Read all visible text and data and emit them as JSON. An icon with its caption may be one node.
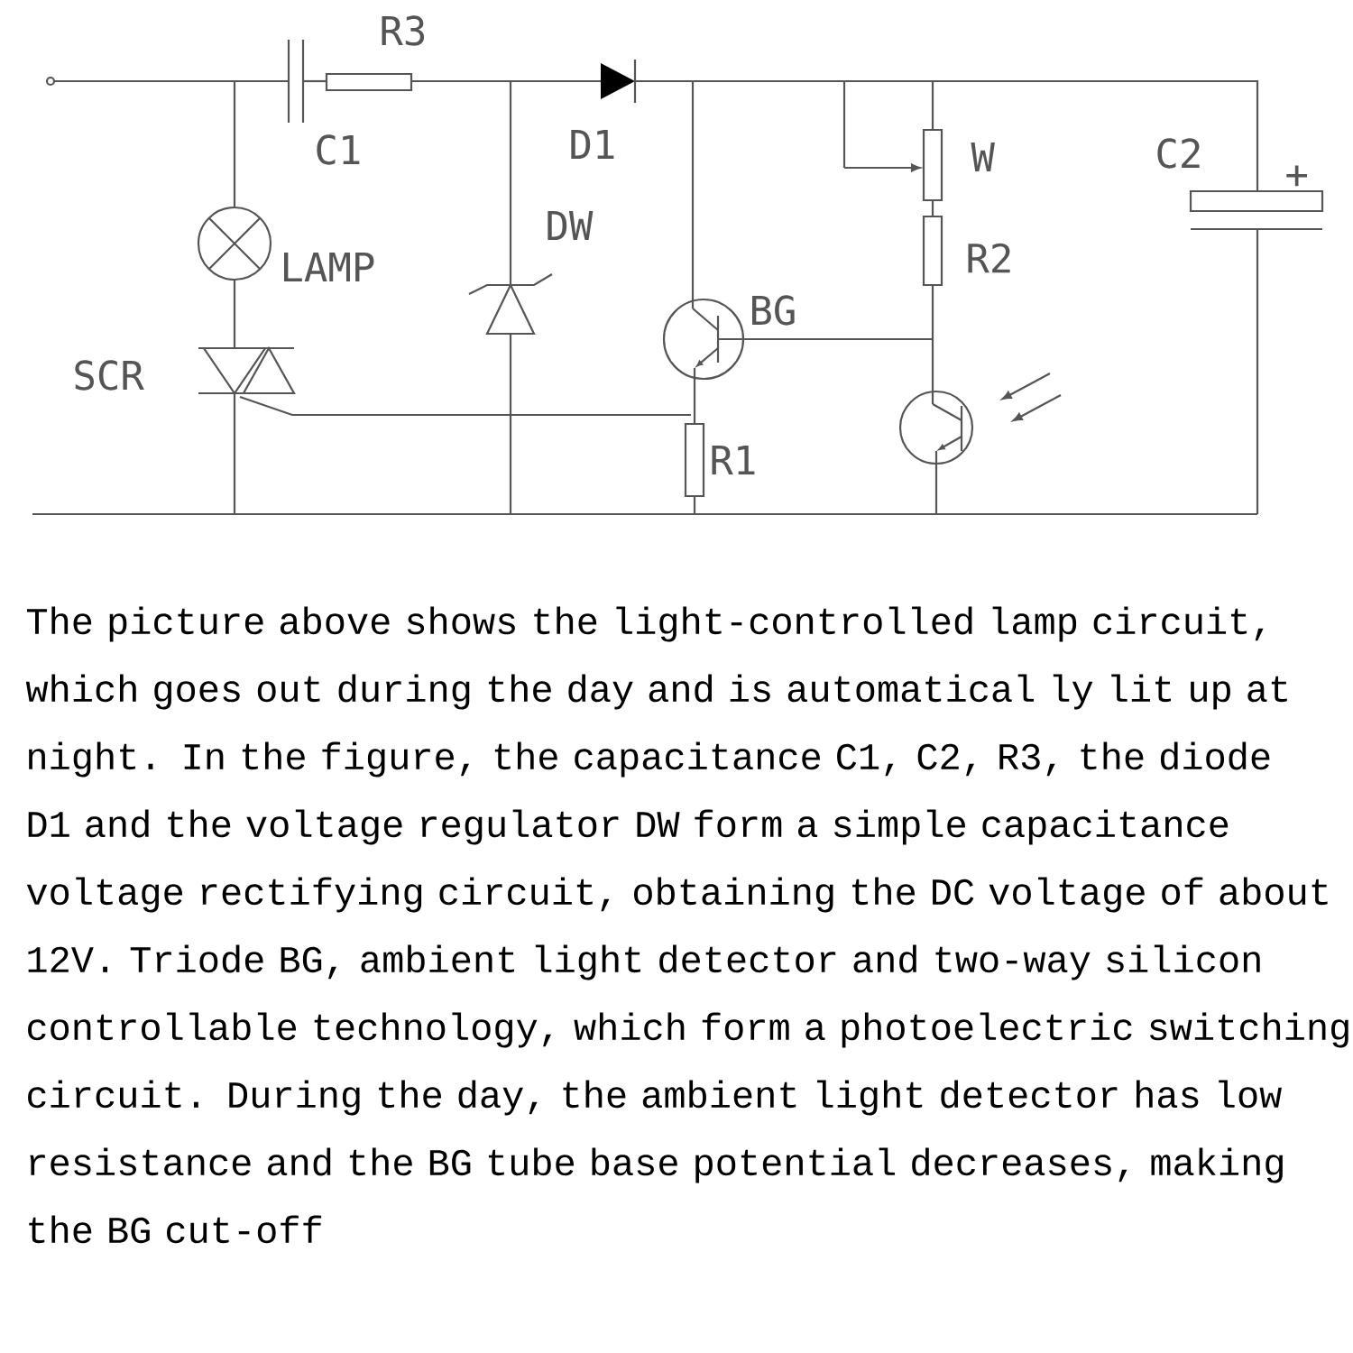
{
  "diagram": {
    "caption": "The picture above shows the light-controlled lamp circuit, which goes out during the day and is automatical ly lit up at night. In the figure, the capacitance C1, C2, R3, the diode D1 and the voltage regulator DW form a simple capacitance voltage rectifying circuit, obtaining the DC voltage of about 12V. Triode BG, ambient light detector and two-way silicon controllable technology, which form a photoelectric switching circuit. During the day, the ambient light detector has low resistance and the BG tube base potential decreases, making the BG cut-off",
    "labels": [
      "R3",
      "C1",
      "D1",
      "DW",
      "LAMP",
      "SCR",
      "BG",
      "W",
      "C2",
      "+",
      "R2",
      "R1"
    ]
  }
}
